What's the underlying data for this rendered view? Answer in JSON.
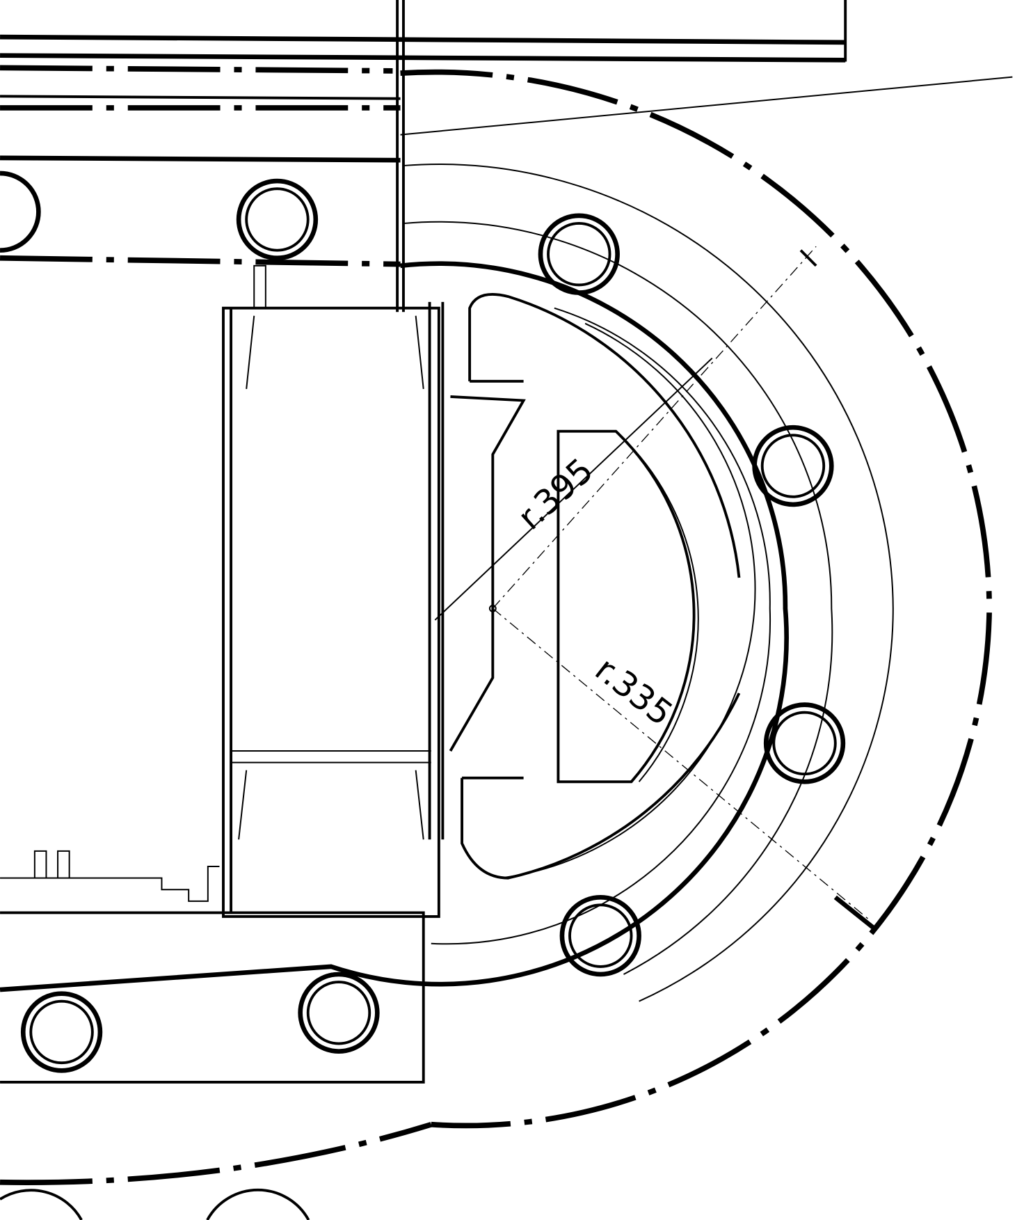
{
  "drawing": {
    "dimensions": [
      {
        "id": "outer-radius",
        "label": "r.395"
      },
      {
        "id": "inner-radius",
        "label": "r.335"
      }
    ],
    "ink_color": "#000000",
    "paper_color": "#ffffff"
  }
}
